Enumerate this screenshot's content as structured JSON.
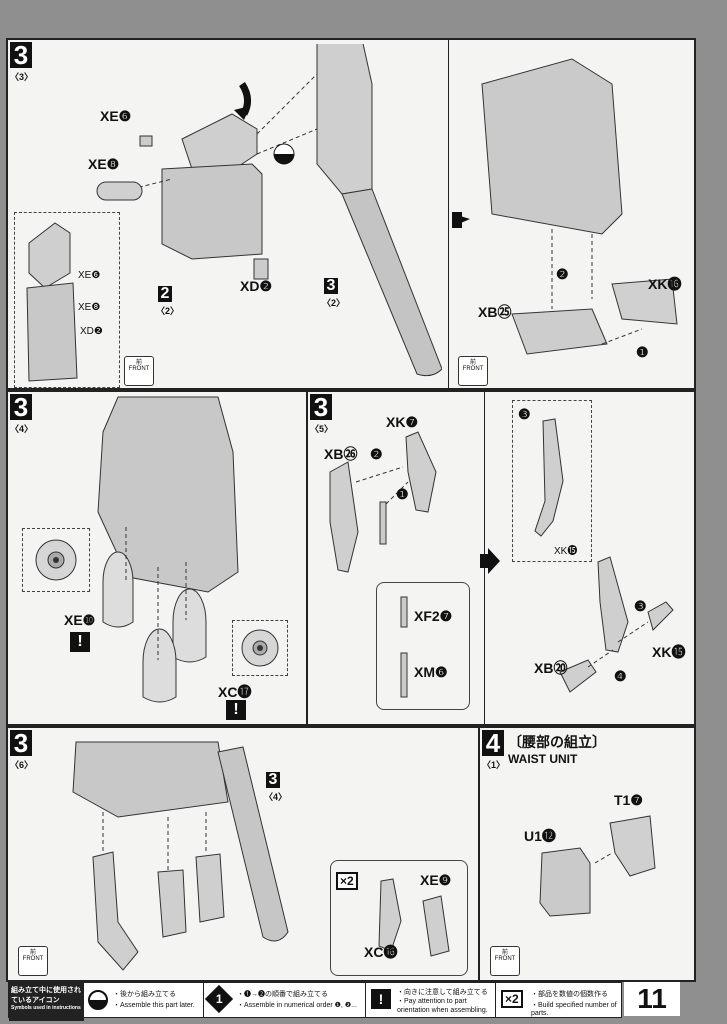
{
  "steps": {
    "s3_3": {
      "step": "3",
      "sub": "〈3〉"
    },
    "s3_4": {
      "step": "3",
      "sub": "〈4〉"
    },
    "s3_5": {
      "step": "3",
      "sub": "〈5〉"
    },
    "s3_6": {
      "step": "3",
      "sub": "〈6〉"
    },
    "s4_1": {
      "step": "4",
      "sub": "〈1〉",
      "title": "〔腰部の組立〕",
      "subtitle": "WAIST UNIT"
    }
  },
  "labels": {
    "xe6": "XE❻",
    "xe8": "XE❽",
    "xd2": "XD❷",
    "ref2": "2",
    "ref2sub": "〈2〉",
    "ref3": "3",
    "ref3sub": "〈2〉",
    "inset_xe6": "XE❻",
    "inset_xe8": "XE❽",
    "inset_xd2": "XD❷",
    "xk16": "XK⓰",
    "xb25": "XB㉕",
    "xe10": "XE❿",
    "xc17": "XC⓱",
    "xk7": "XK❼",
    "xb26": "XB㉖",
    "xf27": "XF2❼",
    "xm6": "XM❻",
    "xk15_inset": "XK⓯",
    "xb20": "XB⑳",
    "xk15": "XK⓯",
    "ref3_4": "3",
    "ref3_4sub": "〈4〉",
    "xe9": "XE❾",
    "xc16": "XC⓰",
    "t17": "T1❼",
    "u112": "U1⓬"
  },
  "order_marks": [
    "❶",
    "❷",
    "❸",
    "❹"
  ],
  "front": {
    "jp": "前",
    "en": "FRONT"
  },
  "footer": {
    "title_jp": "組み立て中に使用されているアイコン",
    "title_en": "Symbols used in instructions",
    "c1_jp": "・後から組み立てる",
    "c1_en": "・Assemble this part later.",
    "c2_jp": "・❶→❷の順番で組み立てる",
    "c2_en": "・Assemble in numerical order ❶, ❷...",
    "c3_jp": "・向きに注意して組み立てる",
    "c3_en": "・Pay attention to part orientation when assembling.",
    "c4_jp": "・部品を数値の個数作る",
    "c4_en": "・Build specified number of parts.",
    "x2": "×2"
  },
  "page_number": "11"
}
